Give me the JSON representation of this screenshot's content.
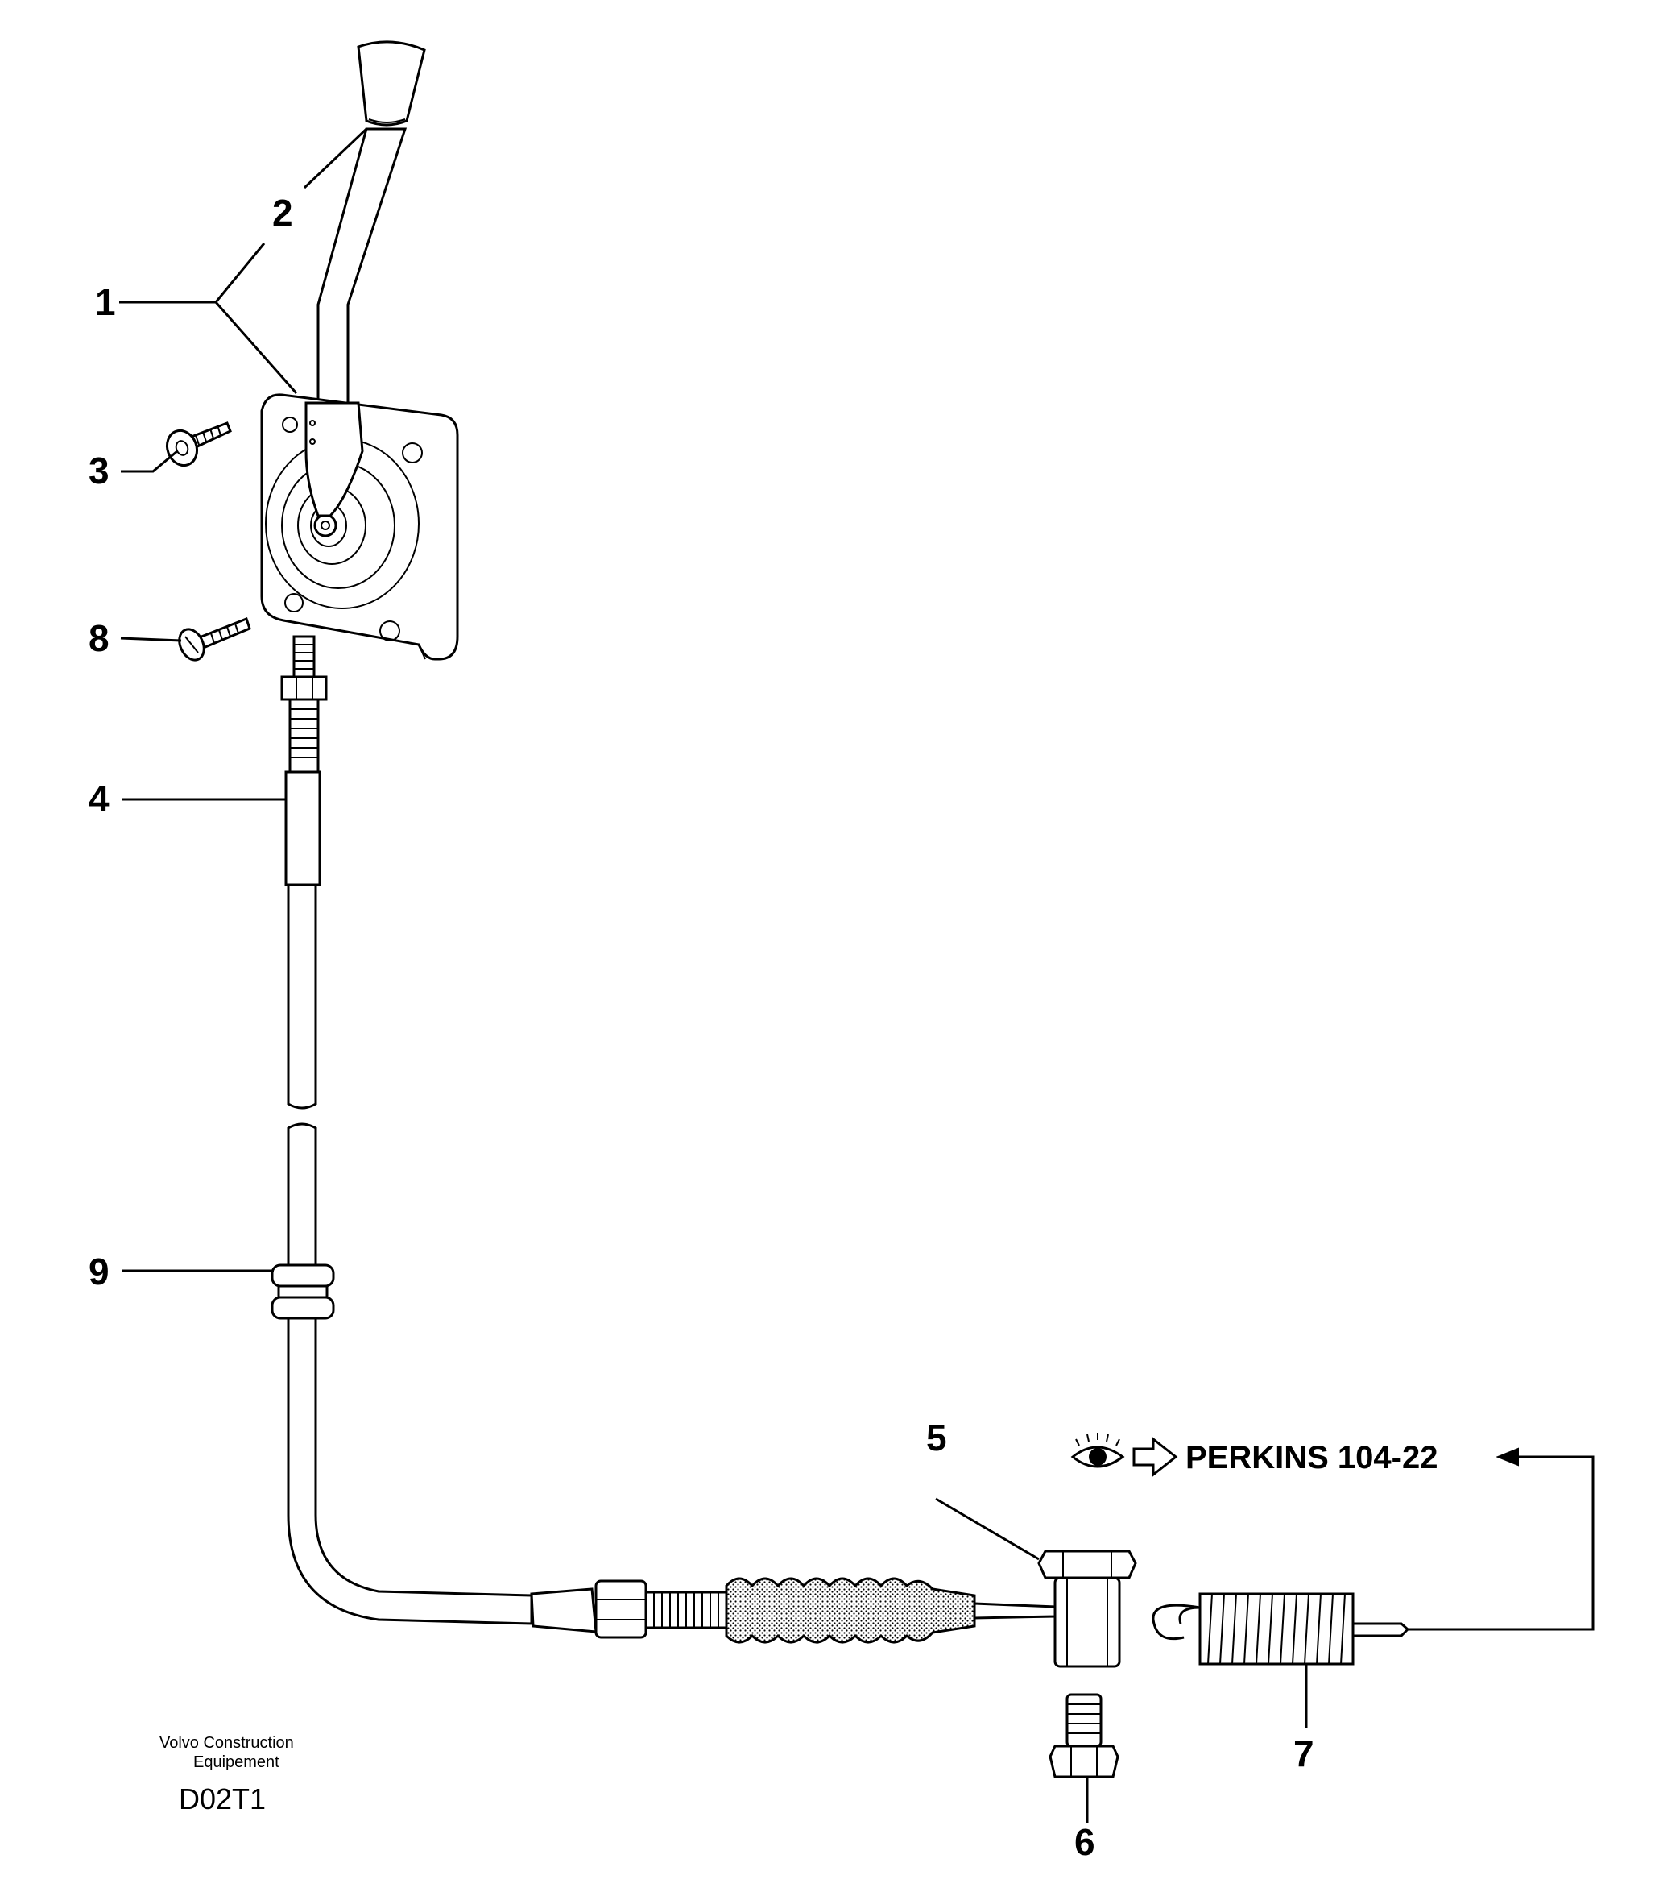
{
  "callouts": {
    "c1": "1",
    "c2": "2",
    "c3": "3",
    "c4": "4",
    "c5": "5",
    "c6": "6",
    "c7": "7",
    "c8": "8",
    "c9": "9"
  },
  "reference": {
    "text": "PERKINS 104-22",
    "icons": [
      "eye-icon",
      "arrow-right-icon"
    ]
  },
  "footer": {
    "company_line1": "Volvo Construction",
    "company_line2": "Equipement",
    "drawing_code": "D02T1"
  }
}
